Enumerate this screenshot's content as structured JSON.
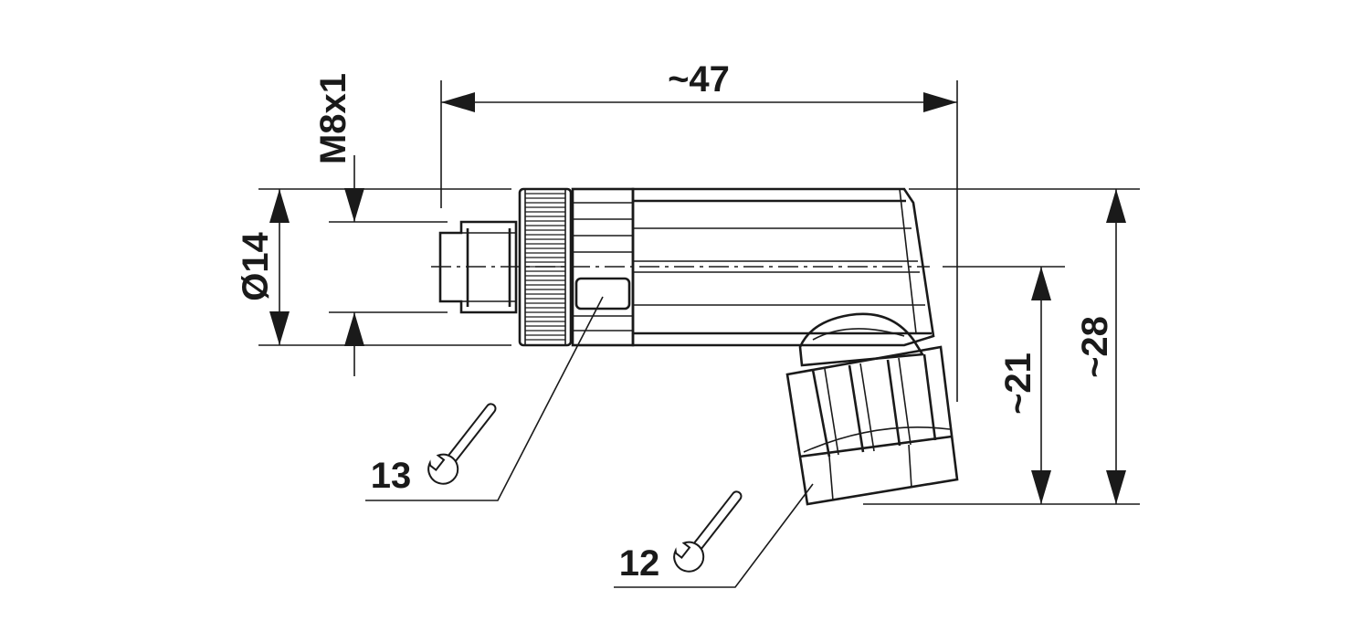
{
  "dimensions": {
    "length": "~47",
    "thread": "M8x1",
    "diameter": "Ø14",
    "height_axis": "~21",
    "height_total": "~28"
  },
  "callouts": {
    "wrench_a": "13",
    "wrench_b": "12"
  },
  "icons": [
    "wrench-icon",
    "wrench-icon"
  ]
}
